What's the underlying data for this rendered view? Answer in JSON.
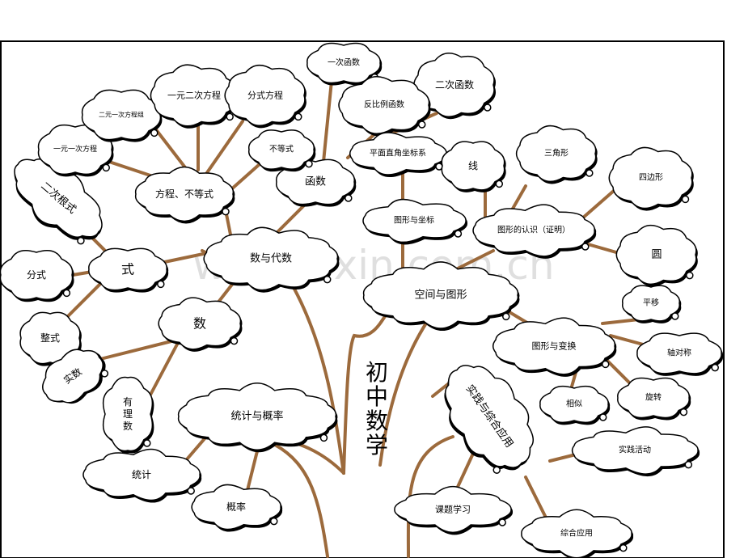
{
  "watermark": "www.zixin.com.cn",
  "trunk": {
    "title": "初中数学"
  },
  "colors": {
    "branch": "#9c6a3c",
    "cloud_stroke": "#000000",
    "cloud_fill": "#ffffff",
    "frame": "#000000"
  },
  "nodes": {
    "shu_yu_daishu": "数与代数",
    "kongjian_yu_tuxing": "空间与图形",
    "tongji_yu_gailv": "统计与概率",
    "shijian_zonghe": "实践与综合应用",
    "shi": "式",
    "shu": "数",
    "fangcheng_budengshi": "方程、不等式",
    "hanshu": "函数",
    "fenshi": "分式",
    "zhengshi": "整式",
    "erci_genshi": "二次根式",
    "shishu": "实数",
    "youlishu": "有理数",
    "yiyuan_yici_fangcheng": "一元一次方程",
    "eryuan_yici_fangchengzu": "二元一次方程组",
    "yiyuan_erci_fangcheng": "一元二次方程",
    "fenshi_fangcheng": "分式方程",
    "budengshi": "不等式",
    "yici_hanshu": "一次函数",
    "erci_hanshu": "二次函数",
    "fanbili_hanshu": "反比例函数",
    "pingmian_zhijiao": "平面直角坐标系",
    "tuxing_yu_zuobiao": "图形与坐标",
    "tuxing_renshi": "图形的认识（证明）",
    "xian": "线",
    "sanjiaoxing": "三角形",
    "sibianxing": "四边形",
    "yuan": "圆",
    "pingyi": "平移",
    "tuxing_bianhuan": "图形与变换",
    "zhouduicheng": "轴对称",
    "xiangsi": "相似",
    "xuanzhuan": "旋转",
    "tongji": "统计",
    "gailv": "概率",
    "shijian_huodong": "实践活动",
    "keti_xuexi": "课题学习",
    "zonghe_yingyong": "综合应用"
  }
}
